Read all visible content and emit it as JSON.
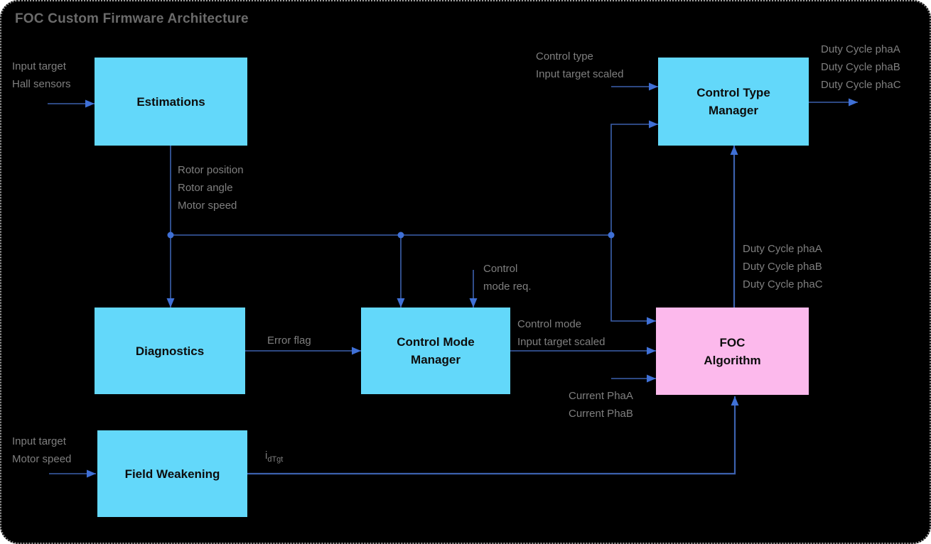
{
  "title": "FOC Custom Firmware Architecture",
  "colors": {
    "canvas_bg": "#000000",
    "page_bg": "#ffffff",
    "border_dots": "#9e9e9e",
    "box_cyan": "#63d8fa",
    "box_pink": "#fcb9ec",
    "connector": "#3c61ae",
    "arrowhead": "#3f70d6",
    "label": "#7f7f7f",
    "title": "#6b6b6b",
    "box_text": "#0d0d0d"
  },
  "blocks": {
    "estimations": {
      "lines": [
        "Estimations"
      ]
    },
    "control_type_manager": {
      "lines": [
        "Control Type",
        "Manager"
      ]
    },
    "diagnostics": {
      "lines": [
        "Diagnostics"
      ]
    },
    "control_mode_manager": {
      "lines": [
        "Control Mode",
        "Manager"
      ]
    },
    "foc_algorithm": {
      "lines": [
        "FOC",
        "Algorithm"
      ]
    },
    "field_weakening": {
      "lines": [
        "Field Weakening"
      ]
    }
  },
  "labels": {
    "estimations_inputs": {
      "lines": [
        "Input target",
        "Hall sensors"
      ]
    },
    "estimations_outputs": {
      "lines": [
        "Rotor position",
        "Rotor angle",
        "Motor speed"
      ]
    },
    "ctm_inputs": {
      "lines": [
        "Control type",
        "Input target scaled"
      ]
    },
    "ctm_outputs": {
      "lines": [
        "Duty Cycle phaA",
        "Duty Cycle phaB",
        "Duty Cycle phaC"
      ]
    },
    "control_mode_request": {
      "lines": [
        "Control",
        "mode req."
      ]
    },
    "error_flag": {
      "lines": [
        "Error flag"
      ]
    },
    "cmm_outputs": {
      "lines": [
        "Control mode",
        "Input target scaled"
      ]
    },
    "current_inputs": {
      "lines": [
        "Current PhaA",
        "Current PhaB"
      ]
    },
    "foc_outputs": {
      "lines": [
        "Duty Cycle phaA",
        "Duty Cycle phaB",
        "Duty Cycle phaC"
      ]
    },
    "fw_inputs": {
      "lines": [
        "Input target",
        "Motor speed"
      ]
    },
    "id_target": {
      "base": "i",
      "sub": "dTgt"
    }
  }
}
